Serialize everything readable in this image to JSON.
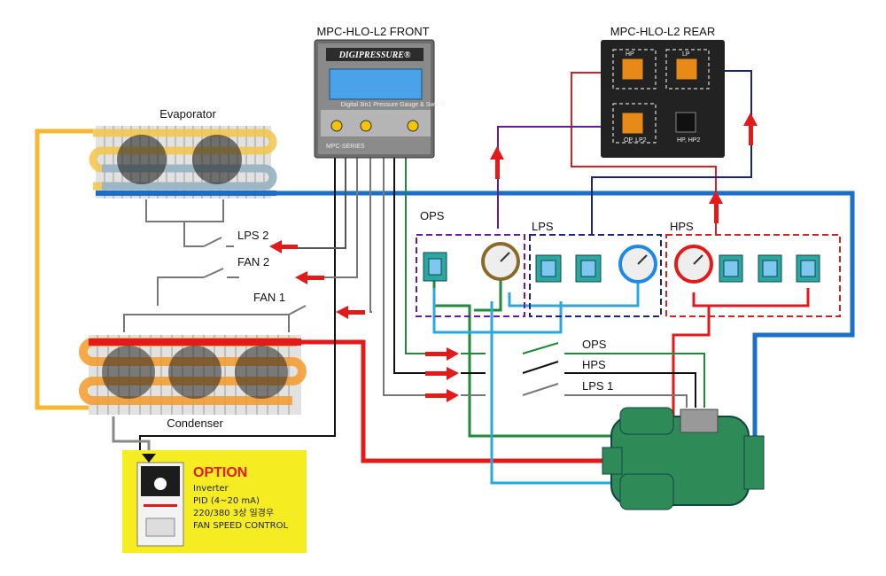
{
  "front_panel": {
    "title": "MPC-HLO-L2  FRONT",
    "brand": "DIGIPRESSURE®",
    "subtitle": "Digital 3in1 Pressure Gauge & Switch",
    "series": "MPC-SERIES"
  },
  "rear_panel": {
    "title": "MPC-HLO-L2  REAR",
    "connectors": [
      "HP",
      "LP",
      "OP, LP2",
      "HP, HP2"
    ]
  },
  "components": {
    "evaporator": "Evaporator",
    "condenser": "Condenser"
  },
  "switches": {
    "lps2": "LPS 2",
    "fan2": "FAN 2",
    "fan1": "FAN 1",
    "ops": "OPS",
    "hps": "HPS",
    "lps1": "LPS 1"
  },
  "groups": {
    "ops": "OPS",
    "lps": "LPS",
    "hps": "HPS"
  },
  "option": {
    "title": "OPTION",
    "lines": [
      "Inverter",
      "PID (4~20 mA)",
      "220/380 3상 일경우",
      "FAN SPEED CONTROL"
    ]
  },
  "colors": {
    "evaporator_pipe": "#1a6fc9",
    "discharge_pipe": "#e21a1a",
    "oil_line": "#1e8a3a",
    "lps_line": "#1a237e",
    "hps_line": "#c62828",
    "ops_line": "#6a1b9a",
    "capillary": "#29a8e0",
    "condenser_return": "#f7b733",
    "compressor": "#2e8b57",
    "option_bg": "#f5ec22"
  }
}
